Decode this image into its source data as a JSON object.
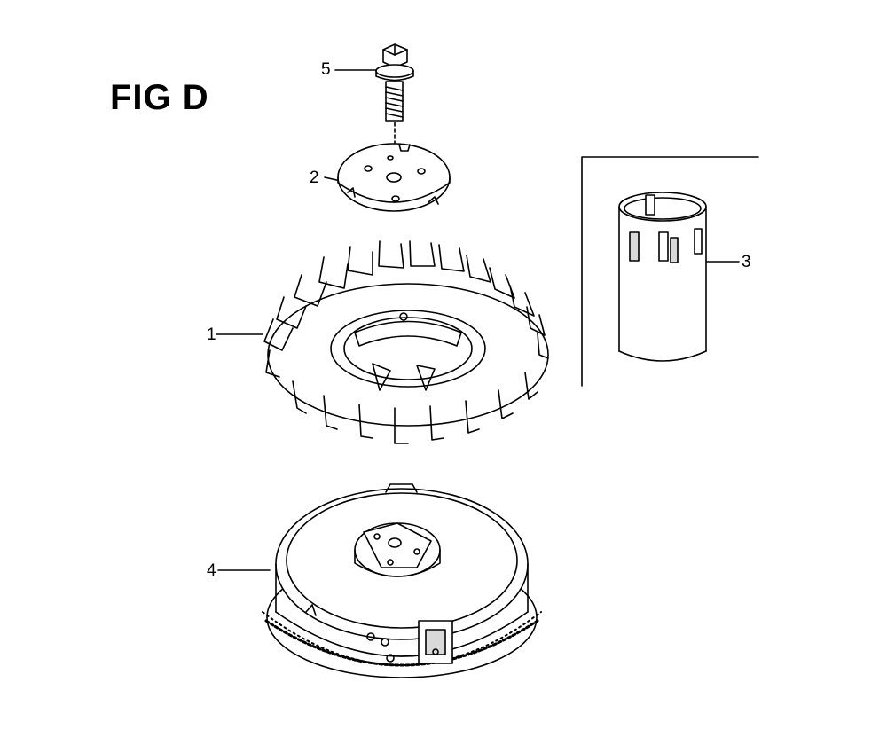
{
  "figure": {
    "title": "FIG D"
  },
  "callouts": [
    {
      "id": "5",
      "label": "5",
      "part": "flange-bolt"
    },
    {
      "id": "2",
      "label": "2",
      "part": "pulley-plate"
    },
    {
      "id": "3",
      "label": "3",
      "part": "starter-pulley-sleeve"
    },
    {
      "id": "1",
      "label": "1",
      "part": "cooling-fan"
    },
    {
      "id": "4",
      "label": "4",
      "part": "flywheel"
    }
  ],
  "colors": {
    "line": "#000000",
    "background": "#ffffff",
    "shade": "#d9d9d9"
  }
}
